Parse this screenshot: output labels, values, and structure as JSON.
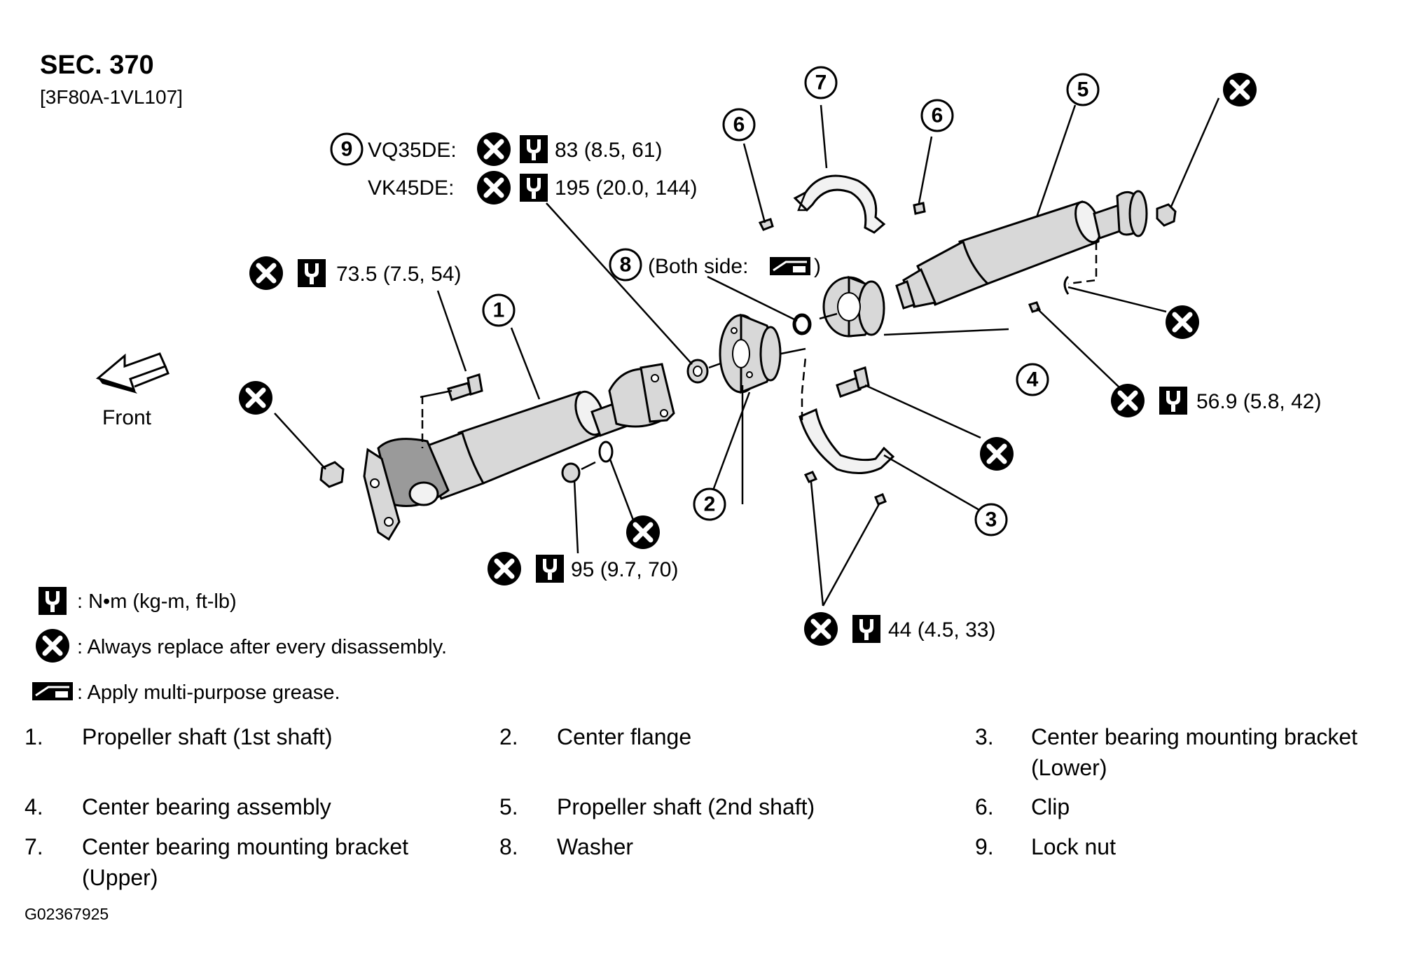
{
  "header": {
    "section": "SEC. 370",
    "code": "[3F80A-1VL107]"
  },
  "direction": {
    "front_label": "Front"
  },
  "callouts": {
    "c1": "1",
    "c2": "2",
    "c3": "3",
    "c4": "4",
    "c5": "5",
    "c6a": "6",
    "c6b": "6",
    "c7": "7",
    "c8": "8",
    "c9": "9"
  },
  "torque": {
    "vq35de_label": "VQ35DE:",
    "vq35de_value": "83 (8.5, 61)",
    "vk45de_label": "VK45DE:",
    "vk45de_value": "195 (20.0, 144)",
    "bolt_front": "73.5 (7.5, 54)",
    "nut_bottom": "95 (9.7, 70)",
    "bracket_nuts": "44 (4.5, 33)",
    "rear_bolt": "56.9 (5.8, 42)"
  },
  "washer_note": {
    "prefix": "(Both side:",
    "suffix": ")"
  },
  "legend": {
    "torque_unit": ": N•m (kg-m, ft-lb)",
    "replace": ": Always replace after every disassembly.",
    "grease": ": Apply multi-purpose grease."
  },
  "parts_list": [
    {
      "num": "1.",
      "name": "Propeller shaft (1st shaft)",
      "name2": ""
    },
    {
      "num": "2.",
      "name": "Center flange",
      "name2": ""
    },
    {
      "num": "3.",
      "name": "Center bearing mounting bracket",
      "name2": "(Lower)"
    },
    {
      "num": "4.",
      "name": "Center bearing assembly",
      "name2": ""
    },
    {
      "num": "5.",
      "name": "Propeller shaft (2nd shaft)",
      "name2": ""
    },
    {
      "num": "6.",
      "name": "Clip",
      "name2": ""
    },
    {
      "num": "7.",
      "name": "Center bearing mounting bracket",
      "name2": "(Upper)"
    },
    {
      "num": "8.",
      "name": "Washer",
      "name2": ""
    },
    {
      "num": "9.",
      "name": "Lock nut",
      "name2": ""
    }
  ],
  "footer": {
    "figure_code": "G02367925"
  },
  "icons": {
    "replace_symbol": "x-circle-icon",
    "torque_symbol": "torque-wrench-icon",
    "grease_symbol": "grease-icon"
  }
}
